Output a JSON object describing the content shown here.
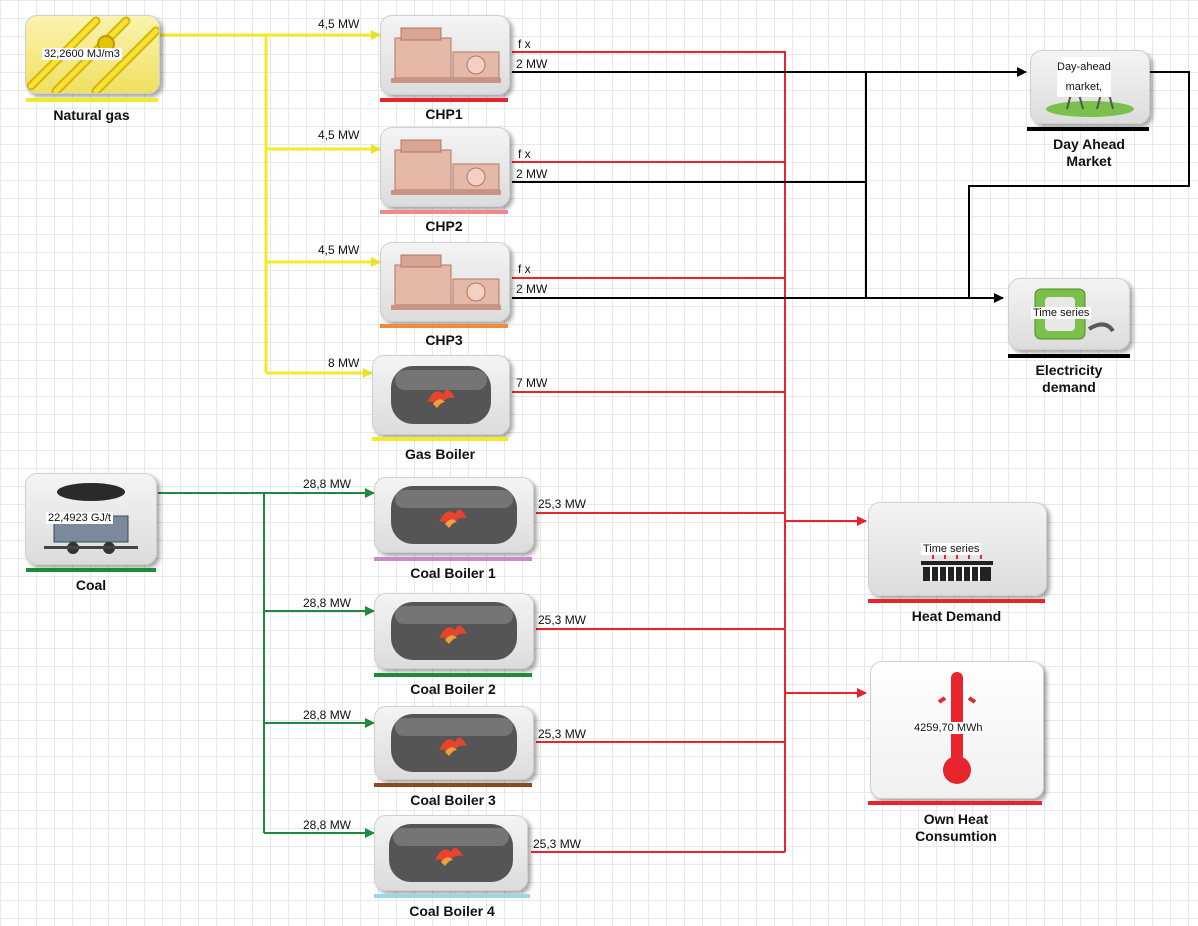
{
  "nodes": {
    "natural_gas": {
      "label": "Natural gas",
      "value": "32,2600 MJ/m3"
    },
    "coal": {
      "label": "Coal",
      "value": "22,4923 GJ/t"
    },
    "chp1": {
      "label": "CHP1"
    },
    "chp2": {
      "label": "CHP2"
    },
    "chp3": {
      "label": "CHP3"
    },
    "gas_boiler": {
      "label": "Gas Boiler"
    },
    "coal_boiler_1": {
      "label": "Coal Boiler 1"
    },
    "coal_boiler_2": {
      "label": "Coal Boiler 2"
    },
    "coal_boiler_3": {
      "label": "Coal Boiler 3"
    },
    "coal_boiler_4": {
      "label": "Coal Boiler 4"
    },
    "day_ahead": {
      "label_line1": "Day Ahead",
      "label_line2": "Market",
      "value_line1": "Day-ahead",
      "value_line2": "market,"
    },
    "electricity_demand": {
      "label_line1": "Electricity",
      "label_line2": "demand",
      "value": "Time series"
    },
    "heat_demand": {
      "label": "Heat Demand",
      "value": "Time series"
    },
    "own_heat": {
      "label_line1": "Own Heat",
      "label_line2": "Consumtion",
      "value": "4259,70 MWh"
    }
  },
  "flows": {
    "gas_to_chp1": "4,5 MW",
    "gas_to_chp2": "4,5 MW",
    "gas_to_chp3": "4,5 MW",
    "gas_to_gas_boiler": "8 MW",
    "chp1_heat": "f x",
    "chp1_power": "2 MW",
    "chp2_heat": "f x",
    "chp2_power": "2 MW",
    "chp3_heat": "f x",
    "chp3_power": "2 MW",
    "gas_boiler_heat": "7 MW",
    "coal_to_cb1": "28,8 MW",
    "coal_to_cb2": "28,8 MW",
    "coal_to_cb3": "28,8 MW",
    "coal_to_cb4": "28,8 MW",
    "cb1_heat": "25,3 MW",
    "cb2_heat": "25,3 MW",
    "cb3_heat": "25,3 MW",
    "cb4_heat": "25,3 MW"
  },
  "colors": {
    "gas_line": "#f2ea2a",
    "coal_line": "#1e8a3c",
    "heat_line": "#e8242c",
    "power_line": "#000000",
    "bar_chp1": "#e8242c",
    "bar_chp2": "#f08a8a",
    "bar_chp3": "#f08a3c",
    "bar_gas_boiler": "#f2ea2a",
    "bar_cb1": "#c88cc8",
    "bar_cb2": "#1e8a3c",
    "bar_cb3": "#8a4a1e",
    "bar_cb4": "#9cd6e6",
    "bar_gas": "#f2ea2a",
    "bar_coal": "#1e8a3c"
  },
  "icons": {
    "natural_gas": "gas-pipeline-icon",
    "coal": "coal-wagon-icon",
    "chp": "engine-generator-icon",
    "boiler": "boiler-flame-icon",
    "day_ahead": "power-pylon-icon",
    "electricity_demand": "power-outlet-icon",
    "heat_demand": "radiator-icon",
    "own_heat": "thermometer-icon"
  }
}
